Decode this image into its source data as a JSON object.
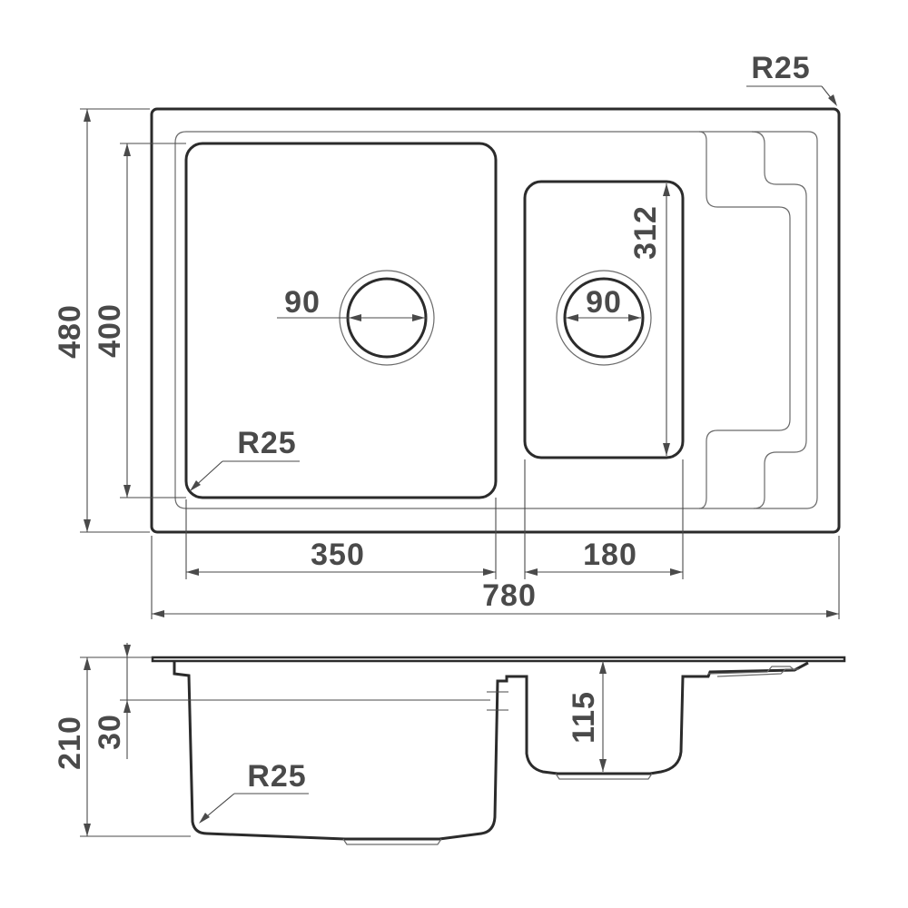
{
  "dimensions": {
    "total_width": "780",
    "left_bowl_width": "350",
    "right_bowl_width": "180",
    "total_depth": "480",
    "left_bowl_depth": "400",
    "right_bowl_depth": "312",
    "drain_left": "90",
    "drain_right": "90",
    "corner_radius_top": "R25",
    "corner_radius_left_bowl": "R25",
    "corner_radius_section": "R25",
    "height_total": "210",
    "height_rim": "30",
    "height_right_bowl": "115"
  },
  "colors": {
    "line": "#2b2b2b",
    "dimension": "#4a4a4a",
    "background": "#ffffff"
  }
}
